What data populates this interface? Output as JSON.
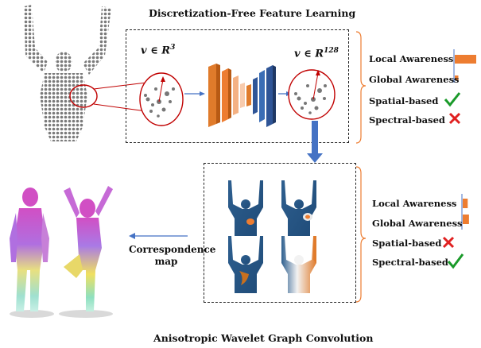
{
  "top_title": "Discretization-Free Feature Learning",
  "bottom_title": "Anisotropic Wavelet Graph Convolution",
  "input_feature": {
    "symbol": "v",
    "in": "∈",
    "space": "R",
    "dim": "3"
  },
  "output_feature": {
    "symbol": "v",
    "in": "∈",
    "space": "R",
    "dim": "128"
  },
  "correspondence_label": [
    "Correspondence",
    "map"
  ],
  "top_properties": {
    "local_awareness": {
      "label": "Local Awareness",
      "level": 0.9
    },
    "global_awareness": {
      "label": "Global Awareness",
      "level": 0.15
    },
    "spatial": {
      "label": "Spatial-based",
      "mark": "check"
    },
    "spectral": {
      "label": "Spectral-based",
      "mark": "cross"
    }
  },
  "bottom_properties": {
    "local_awareness": {
      "label": "Local Awareness",
      "level": 0.6
    },
    "global_awareness": {
      "label": "Global Awareness",
      "level": 0.75
    },
    "spatial": {
      "label": "Spatial-based",
      "mark": "cross"
    },
    "spectral": {
      "label": "Spectral-based",
      "mark": "check"
    }
  },
  "colors": {
    "accent_orange": "#ed7d31",
    "arrow_blue": "#4472c4",
    "ellipse_red": "#c00000",
    "check_green": "#1a9a2a",
    "cross_red": "#e02020",
    "body_blue": "#2e5f8f"
  }
}
